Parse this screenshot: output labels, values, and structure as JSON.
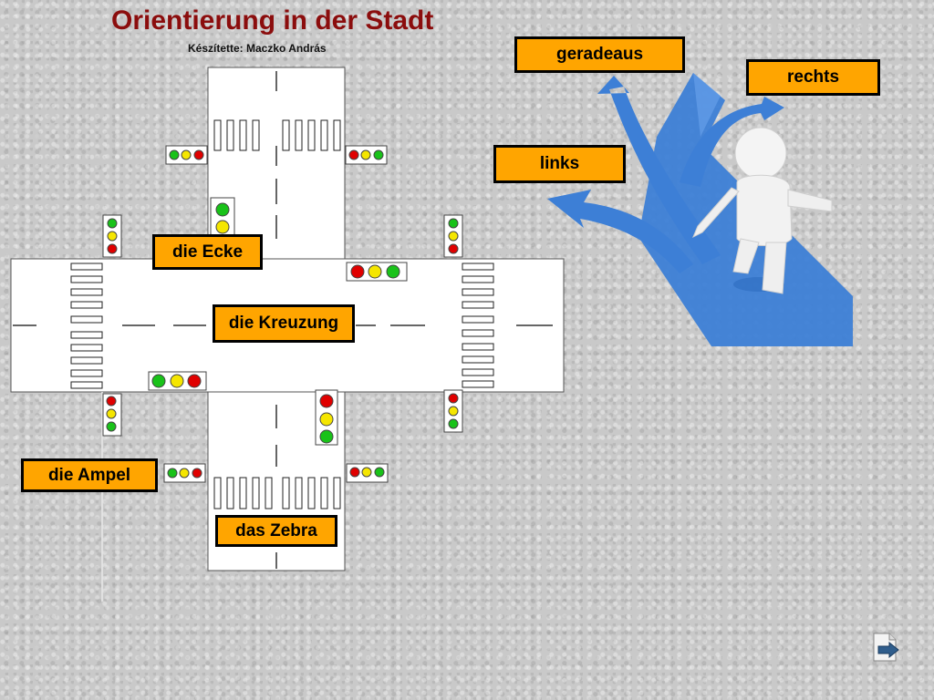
{
  "title": "Orientierung in der Stadt",
  "author": "Készítette: Maczko András",
  "labels": {
    "geradeaus": "geradeaus",
    "rechts": "rechts",
    "links": "links",
    "ecke": "die Ecke",
    "kreuzung": "die Kreuzung",
    "ampel": "die Ampel",
    "zebra": "das Zebra"
  },
  "colors": {
    "title": "#8b0d0d",
    "label_bg": "#ffa500",
    "light_red": "#e00000",
    "light_yellow": "#f5e600",
    "light_green": "#19c219",
    "arrow_blue": "#3d7fd6"
  },
  "icons": {
    "next": "next-slide-icon"
  }
}
